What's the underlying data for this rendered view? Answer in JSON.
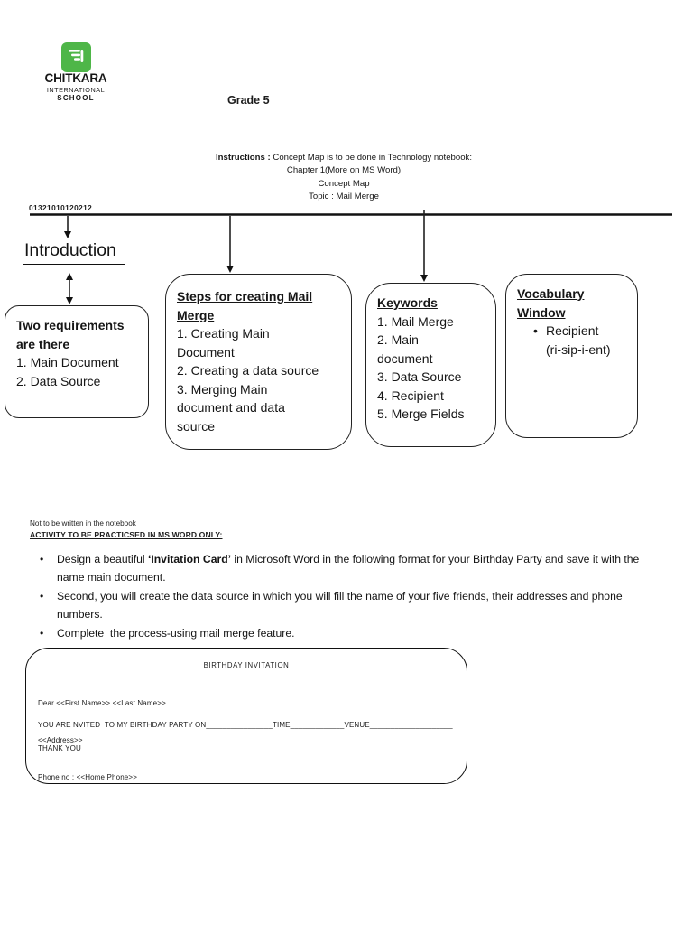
{
  "colors": {
    "logo_green": "#4eb648",
    "ink": "#1c1c1c"
  },
  "glyphs": {
    "bullet": "•"
  },
  "header": {
    "logo": {
      "name": "CHITKARA",
      "subtitle1": "INTERNATIONAL",
      "subtitle2": "SCHOOL"
    },
    "grade": "Grade 5"
  },
  "instructions": {
    "label": "Instructions :",
    "line1_rest": " Concept Map is to be done in Technology notebook:",
    "line2": "Chapter 1(More on MS Word)",
    "line3": "Concept Map",
    "line4": "Topic : Mail Merge"
  },
  "student_id": "01321010120212",
  "concept_map": {
    "intro_label": "Introduction",
    "requirements_box": {
      "title_lines": [
        "Two requirements",
        "are there"
      ],
      "lines": [
        "1. Main Document",
        "2. Data Source"
      ]
    },
    "steps_box": {
      "title_lines": [
        "Steps for creating Mail",
        "Merge"
      ],
      "lines": [
        "1. Creating Main",
        "Document",
        "2. Creating a data source",
        "3. Merging Main",
        "document and data",
        "source"
      ]
    },
    "keywords_box": {
      "title_lines": [
        "Keywords"
      ],
      "lines": [
        "1. Mail Merge",
        "2. Main",
        "document",
        "3. Data Source",
        "4. Recipient",
        "5. Merge Fields"
      ]
    },
    "vocabulary_box": {
      "title_lines": [
        "Vocabulary",
        "Window"
      ],
      "lines": [
        "Recipient",
        "(ri-sip-i-ent)"
      ]
    }
  },
  "activity": {
    "note": "Not to be written in the notebook",
    "heading": "ACTIVITY TO BE PRACTICSED IN MS WORD ONLY:",
    "bullet1": {
      "pre": "Design a beautiful ",
      "bold": "‘Invitation Card’",
      "post": " in Microsoft Word in the following format for your Birthday Party and save it with the   name main document."
    },
    "bullet2": "Second, you will create the data source in which you will fill the name of your five friends, their addresses and phone numbers.",
    "bullet3": "Complete  the process-using mail merge feature."
  },
  "invitation_card": {
    "title": "BIRTHDAY INVITATION",
    "line1": "Dear <<First Name>> <<Last Name>>",
    "line2": "<<Address>>",
    "line3": "Phone no : <<Home Phone>>",
    "party_text1": "YOU ARE NVITED  TO MY BIRTHDAY PARTY ON",
    "party_blank1": "________________",
    "party_text2": "TIME",
    "party_blank2": "_____________",
    "party_text3": "VENUE",
    "party_blank3": "____________________",
    "closing": "THANK YOU"
  }
}
